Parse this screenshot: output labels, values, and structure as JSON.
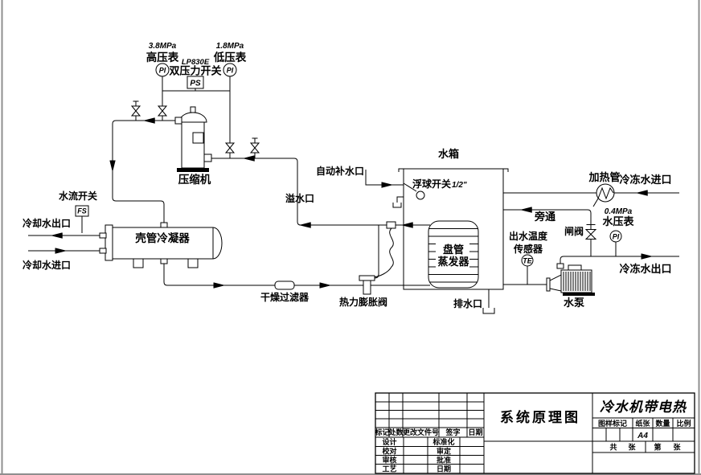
{
  "diagram": {
    "high_pressure": {
      "value": "3.8MPa",
      "label": "高压表",
      "tag": "PI"
    },
    "dual_switch": {
      "model": "LP830E",
      "label": "双压力开关",
      "tag": "PS"
    },
    "low_pressure": {
      "value": "1.8MPa",
      "label": "低压表",
      "tag": "PI"
    },
    "compressor": "压缩机",
    "flow_switch": {
      "label": "水流开关",
      "tag": "FS"
    },
    "cooling_out": "冷却水出口",
    "cooling_in": "冷却水进口",
    "condenser": "壳管冷凝器",
    "drier": "干燥过滤器",
    "txv": "热力膨胀阀",
    "tank": "水箱",
    "auto_fill": "自动补水口",
    "overflow": "溢水口",
    "float_switch": {
      "label": "浮球开关",
      "size": "1/2\""
    },
    "coil": {
      "line1": "盘管",
      "line2": "蒸发器"
    },
    "drain": "排水口",
    "temp_sensor": {
      "line1": "出水温度",
      "line2": "传感器",
      "tag": "TE"
    },
    "heater": "加热管",
    "chilled_in": "冷冻水进口",
    "bypass": "旁通",
    "gate_valve": "闸阀",
    "water_pressure": {
      "value": "0.4MPa",
      "label": "水压表",
      "tag": "PI"
    },
    "chilled_out": "冷冻水出口",
    "pump": "水泵"
  },
  "title_block": {
    "drawing_title": "系统原理图",
    "product_title": "冷水机带电热",
    "rev": {
      "mark": "标记",
      "count": "处数",
      "doc": "更改文件号",
      "sign": "签字",
      "date": "日期"
    },
    "roles": {
      "design": "设计",
      "standard": "标准化",
      "proof": "校对",
      "examine": "审定",
      "review": "审核",
      "approve": "批准",
      "process": "工艺",
      "date": "日期"
    },
    "info": {
      "mark": "图样标记",
      "paper": "纸张",
      "paper_value": "A4",
      "qty": "数量",
      "scale": "比例",
      "total_1": "共",
      "total_2": "张",
      "no_1": "第",
      "no_2": "张"
    }
  }
}
